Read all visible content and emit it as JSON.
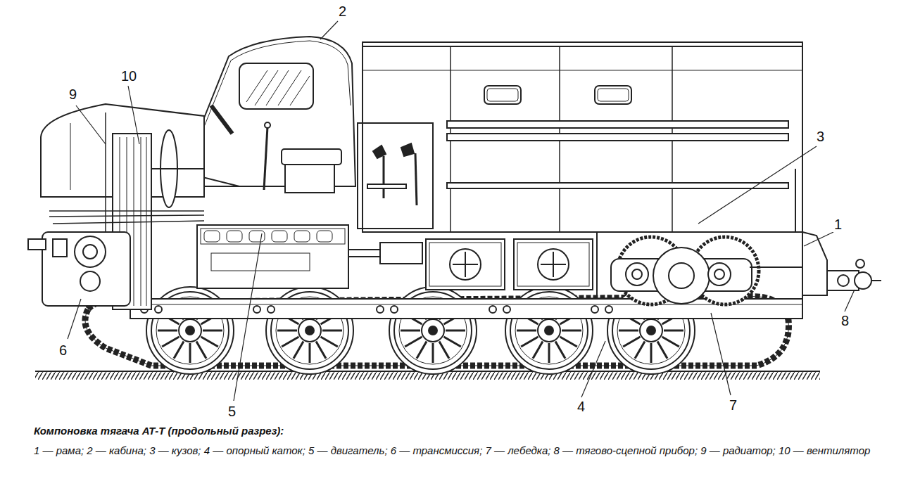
{
  "diagram": {
    "title": "Компоновка тягача АТ-Т (продольный разрез):",
    "caption": "1 — рама; 2 — кабина; 3 — кузов; 4 — опорный каток; 5 — двигатель; 6 — трансмиссия; 7 — лебедка; 8 — тягово-сцепной прибор; 9 — радиатор; 10 — вентилятор",
    "labels": [
      "2",
      "10",
      "9",
      "3",
      "1",
      "6",
      "5",
      "4",
      "7",
      "8"
    ]
  }
}
